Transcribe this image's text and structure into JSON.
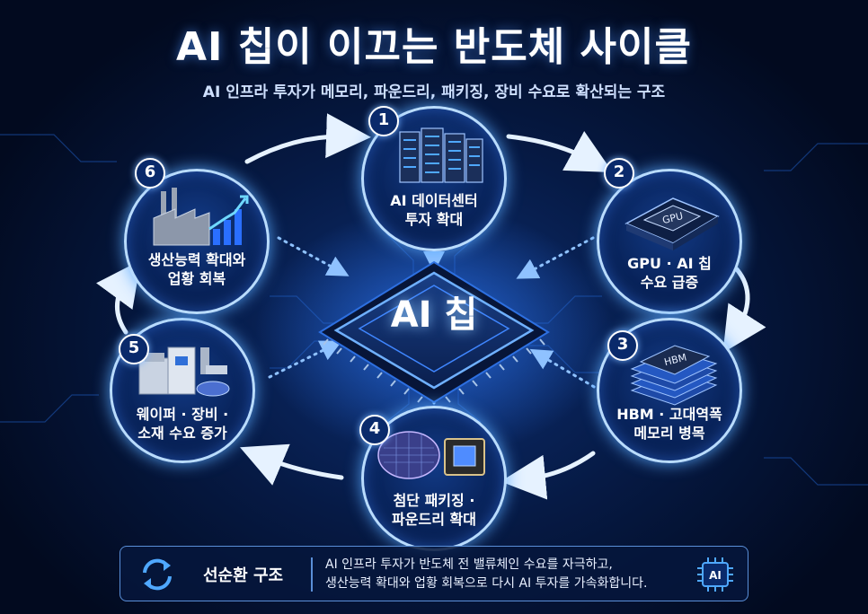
{
  "title": "AI 칩이 이끄는 반도체 사이클",
  "subtitle": "AI 인프라 투자가 메모리, 파운드리, 패키징, 장비 수요로 확산되는 구조",
  "center": {
    "label": "AI 칩"
  },
  "nodes": [
    {
      "number": "1",
      "line1": "AI 데이터센터",
      "line2": "투자 확대",
      "icon": "server-rack-icon"
    },
    {
      "number": "2",
      "line1": "GPU · AI 칩",
      "line2": "수요 급증",
      "icon": "gpu-chip-icon",
      "chip_text": "GPU"
    },
    {
      "number": "3",
      "line1": "HBM · 고대역폭",
      "line2": "메모리 병목",
      "icon": "hbm-stack-icon",
      "chip_text": "HBM"
    },
    {
      "number": "4",
      "line1": "첨단 패키징 ·",
      "line2": "파운드리 확대",
      "icon": "wafer-package-icon"
    },
    {
      "number": "5",
      "line1": "웨이퍼 · 장비 ·",
      "line2": "소재 수요 증가",
      "icon": "fab-equipment-icon"
    },
    {
      "number": "6",
      "line1": "생산능력 확대와",
      "line2": "업황 회복",
      "icon": "factory-growth-icon"
    }
  ],
  "footer": {
    "icon": "cycle-arrows-icon",
    "title": "선순환 구조",
    "desc_line1": "AI 인프라 투자가 반도체 전 밸류체인 수요를 자극하고,",
    "desc_line2": "생산능력 확대와 업황 회복으로 다시 AI 투자를 가속화합니다.",
    "chip_icon_label": "AI"
  },
  "colors": {
    "accent": "#5aa8ff",
    "ring": "#b9dcff",
    "background": "#061a45"
  }
}
